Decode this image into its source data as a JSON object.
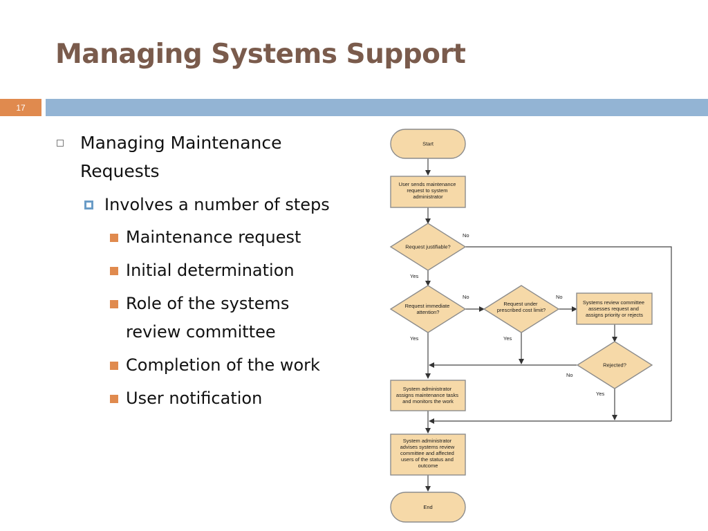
{
  "slide": {
    "title": "Managing Systems Support",
    "page_number": "17"
  },
  "bullets": {
    "level1": "Managing Maintenance Requests",
    "level2": "Involves a number of steps",
    "level3": [
      "Maintenance request",
      "Initial determination",
      "Role of the systems review committee",
      "Completion of the work",
      "User notification"
    ]
  },
  "flowchart": {
    "start": "Start",
    "user_sends": [
      "User sends maintenance",
      "request to system",
      "administrator"
    ],
    "request_justifiable": [
      "Request justifiable?"
    ],
    "request_immediate": [
      "Request immediate",
      "attention?"
    ],
    "request_under_cost": [
      "Request under",
      "prescribed cost limit?"
    ],
    "committee_assesses": [
      "Systems review committee",
      "assesses request and",
      "assigns priority or rejects"
    ],
    "rejected": [
      "Rejected?"
    ],
    "admin_assigns": [
      "System administrator",
      "assigns maintenance tasks",
      "and monitors the work"
    ],
    "admin_advises": [
      "System administrator",
      "advises systems review",
      "committee and affected",
      "users of the status and",
      "outcome"
    ],
    "end": "End",
    "label_yes": "Yes",
    "label_no": "No"
  },
  "colors": {
    "title": "#7a5b4c",
    "accent_orange": "#e08a4e",
    "band_blue": "#93b4d4",
    "flow_fill": "#f6d9a8",
    "flow_stroke": "#8c8c8c"
  }
}
